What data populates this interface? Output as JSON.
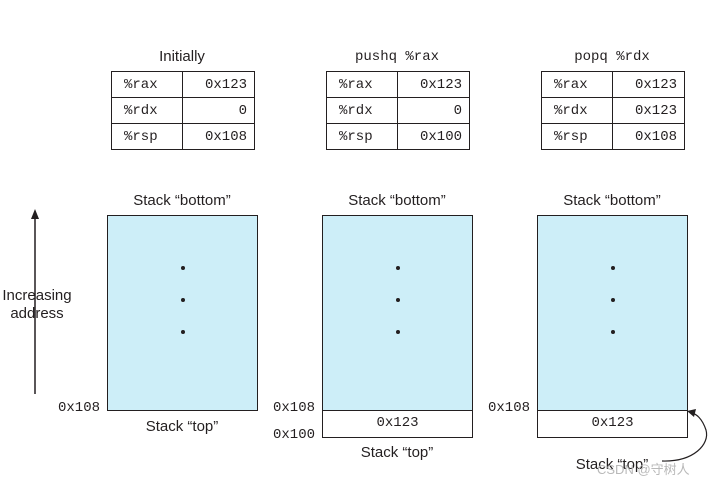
{
  "columns": [
    {
      "title": "Initially",
      "registers": [
        {
          "name": "%rax",
          "value": "0x123"
        },
        {
          "name": "%rdx",
          "value": "0"
        },
        {
          "name": "%rsp",
          "value": "0x108"
        }
      ],
      "stack_bottom_label": "Stack “bottom”",
      "stack_top_label": "Stack “top”",
      "addr_top": "0x108"
    },
    {
      "title": "pushq %rax",
      "registers": [
        {
          "name": "%rax",
          "value": "0x123"
        },
        {
          "name": "%rdx",
          "value": "0"
        },
        {
          "name": "%rsp",
          "value": "0x100"
        }
      ],
      "stack_bottom_label": "Stack “bottom”",
      "stack_top_label": "Stack “top”",
      "addr_top": "0x108",
      "addr_bottom": "0x100",
      "cell_value": "0x123"
    },
    {
      "title": "popq %rdx",
      "registers": [
        {
          "name": "%rax",
          "value": "0x123"
        },
        {
          "name": "%rdx",
          "value": "0x123"
        },
        {
          "name": "%rsp",
          "value": "0x108"
        }
      ],
      "stack_bottom_label": "Stack “bottom”",
      "stack_top_label": "Stack “top”",
      "addr_top": "0x108",
      "cell_value": "0x123"
    }
  ],
  "side_label": {
    "line1": "Increasing",
    "line2": "address"
  },
  "watermark": "CSDN @守树人",
  "colors": {
    "stack_fill": "#cdeef8",
    "ink": "#231f20"
  }
}
